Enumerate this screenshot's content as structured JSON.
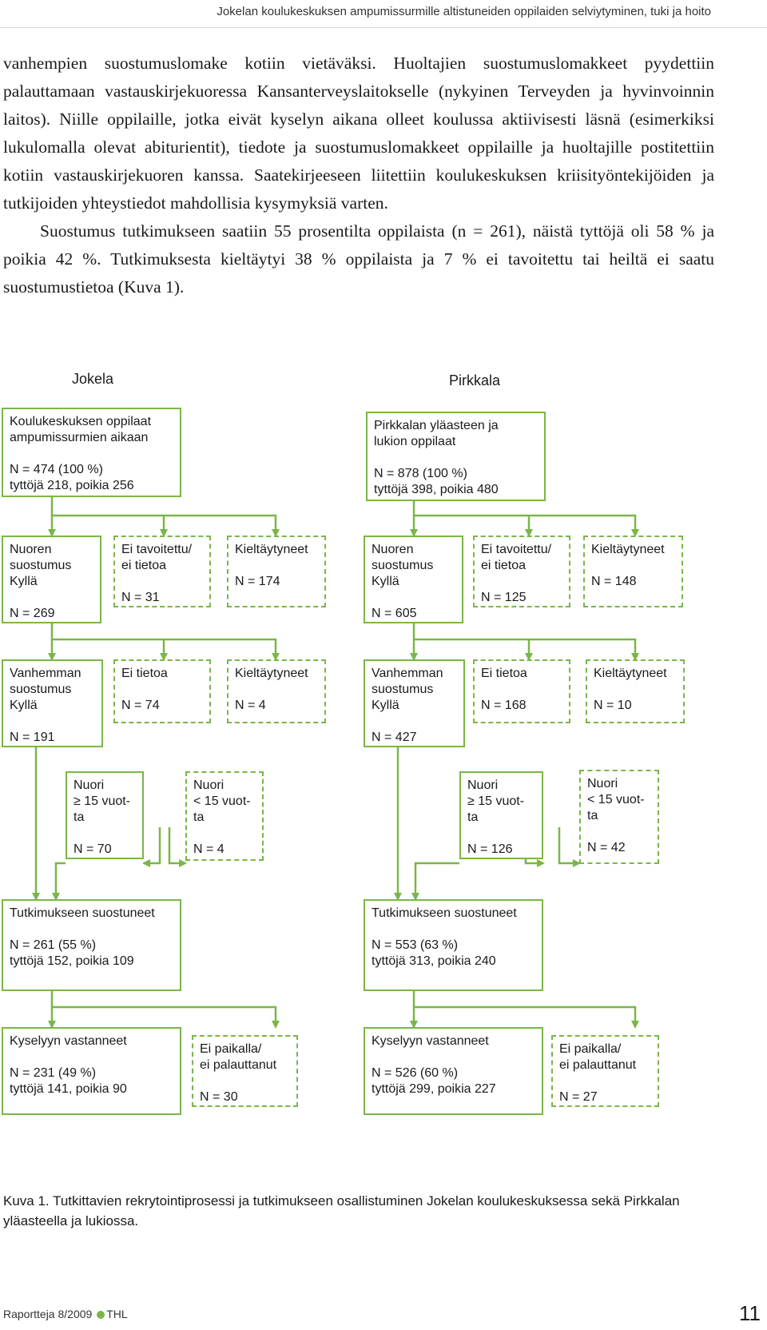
{
  "header": {
    "running_title": "Jokelan koulukeskuksen ampumissurmille altistuneiden oppilaiden selviytyminen, tuki ja hoito"
  },
  "body": {
    "paragraphs": [
      "vanhempien suostumuslomake kotiin vietäväksi. Huoltajien suostumuslomakkeet pyydettiin palauttamaan vastauskirjekuoressa Kansanterveyslaitokselle (nykyinen Terveyden ja hyvinvoinnin laitos). Niille oppilaille, jotka eivät kyselyn aikana olleet koulussa aktiivisesti läsnä (esimerkiksi lukulomalla olevat abiturientit), tiedote ja suostumuslomakkeet oppilaille ja huoltajille postitettiin kotiin vastauskirjekuoren kanssa. Saatekirjeeseen liitettiin koulukeskuksen kriisityöntekijöiden ja tutkijoiden yhteystiedot mahdollisia kysymyksiä varten.",
      "Suostumus tutkimukseen saatiin 55 prosentilta oppilaista (n = 261), näistä tyttöjä oli 58 % ja poikia 42 %. Tutkimuksesta kieltäytyi 38 % oppilaista ja 7 % ei tavoitettu tai heiltä ei saatu suostumustietoa (Kuva 1)."
    ]
  },
  "diagram": {
    "columns": {
      "jokela": "Jokela",
      "pirkkala": "Pirkkala"
    },
    "jokela": {
      "start": {
        "title1": "Koulukeskuksen oppilaat",
        "title2": "ampumissurmien aikaan",
        "n": "N = 474 (100 %)",
        "split": "tyttöjä 218, poikia 256"
      },
      "youth_yes": {
        "l1": "Nuoren",
        "l2": "suostumus",
        "l3": "Kyllä",
        "n": "N = 269"
      },
      "not_reached": {
        "l1": "Ei tavoitettu/",
        "l2": "ei tietoa",
        "n": "N = 31"
      },
      "refused": {
        "l1": "Kieltäytyneet",
        "n": "N = 174"
      },
      "parent_yes": {
        "l1": "Vanhemman",
        "l2": "suostumus",
        "l3": "Kyllä",
        "n": "N = 191"
      },
      "no_info": {
        "l1": "Ei tietoa",
        "n": "N = 74"
      },
      "parent_refused": {
        "l1": "Kieltäytyneet",
        "n": "N = 4"
      },
      "over15": {
        "l1": "Nuori",
        "l2": "≥ 15 vuot-",
        "l3": "ta",
        "n": "N = 70"
      },
      "under15": {
        "l1": "Nuori",
        "l2": "< 15 vuot-",
        "l3": "ta",
        "n": "N = 4"
      },
      "consented": {
        "l1": "Tutkimukseen suostuneet",
        "n": "N = 261 (55 %)",
        "split": "tyttöjä 152, poikia 109"
      },
      "responded": {
        "l1": "Kyselyyn vastanneet",
        "n": "N = 231 (49 %)",
        "split": "tyttöjä 141, poikia 90"
      },
      "absent": {
        "l1": "Ei paikalla/",
        "l2": "ei palauttanut",
        "n": "N = 30"
      }
    },
    "pirkkala": {
      "start": {
        "title1": "Pirkkalan yläasteen ja",
        "title2": "lukion oppilaat",
        "n": "N = 878 (100 %)",
        "split": "tyttöjä 398, poikia 480"
      },
      "youth_yes": {
        "l1": "Nuoren",
        "l2": "suostumus",
        "l3": "Kyllä",
        "n": "N = 605"
      },
      "not_reached": {
        "l1": "Ei tavoitettu/",
        "l2": "ei tietoa",
        "n": "N = 125"
      },
      "refused": {
        "l1": "Kieltäytyneet",
        "n": "N = 148"
      },
      "parent_yes": {
        "l1": "Vanhemman",
        "l2": "suostumus",
        "l3": "Kyllä",
        "n": "N = 427"
      },
      "no_info": {
        "l1": "Ei tietoa",
        "n": "N = 168"
      },
      "parent_refused": {
        "l1": "Kieltäytyneet",
        "n": "N = 10"
      },
      "over15": {
        "l1": "Nuori",
        "l2": "≥ 15 vuot-",
        "l3": "ta",
        "n": "N = 126"
      },
      "under15": {
        "l1": "Nuori",
        "l2": "< 15 vuot-",
        "l3": "ta",
        "n": "N = 42"
      },
      "consented": {
        "l1": "Tutkimukseen suostuneet",
        "n": "N = 553 (63 %)",
        "split": "tyttöjä 313, poikia 240"
      },
      "responded": {
        "l1": "Kyselyyn vastanneet",
        "n": "N = 526 (60 %)",
        "split": "tyttöjä 299, poikia 227"
      },
      "absent": {
        "l1": "Ei paikalla/",
        "l2": "ei palauttanut",
        "n": "N = 27"
      }
    },
    "colors": {
      "accent": "#7ab648"
    }
  },
  "caption": "Kuva 1. Tutkittavien rekrytointiprosessi ja tutkimukseen osallistuminen Jokelan koulukeskuksessa sekä Pirkkalan yläasteella ja lukiossa.",
  "footer": {
    "series": "Raportteja 8/2009",
    "publisher": "THL",
    "page": "11"
  }
}
